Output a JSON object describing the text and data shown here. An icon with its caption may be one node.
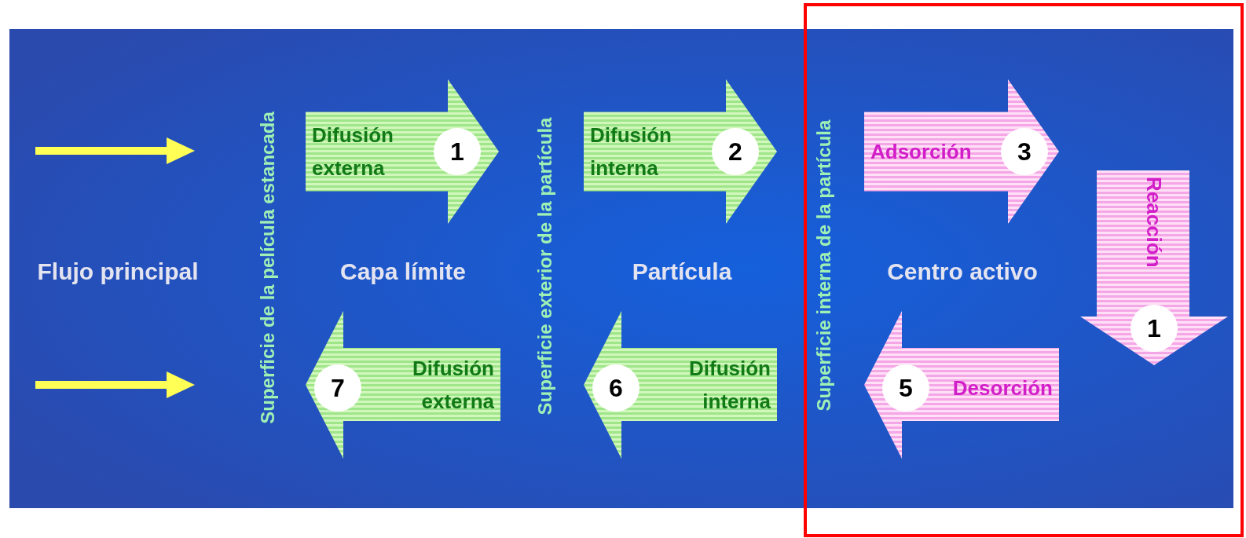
{
  "diagram": {
    "nodes": [
      {
        "text": [
          "Difusión externa",
          "1"
        ]
      },
      {
        "text": [
          "Difusión interna",
          "2"
        ]
      },
      {
        "text": [
          "Adsorción",
          "3"
        ]
      },
      {
        "text": [
          "Reacción",
          "1"
        ]
      },
      {
        "text": [
          "7",
          "Difusión externa"
        ]
      },
      {
        "text": [
          "6",
          "Difusión interna"
        ]
      },
      {
        "text": [
          "5",
          "Desorción"
        ]
      }
    ],
    "labels": [
      "Flujo principal",
      "Superficie de la película estancada",
      "Capa límite",
      "Superficie exterior de la partícula",
      "Partícula",
      "Superficie interna de la partícula",
      "Centro activo"
    ]
  }
}
